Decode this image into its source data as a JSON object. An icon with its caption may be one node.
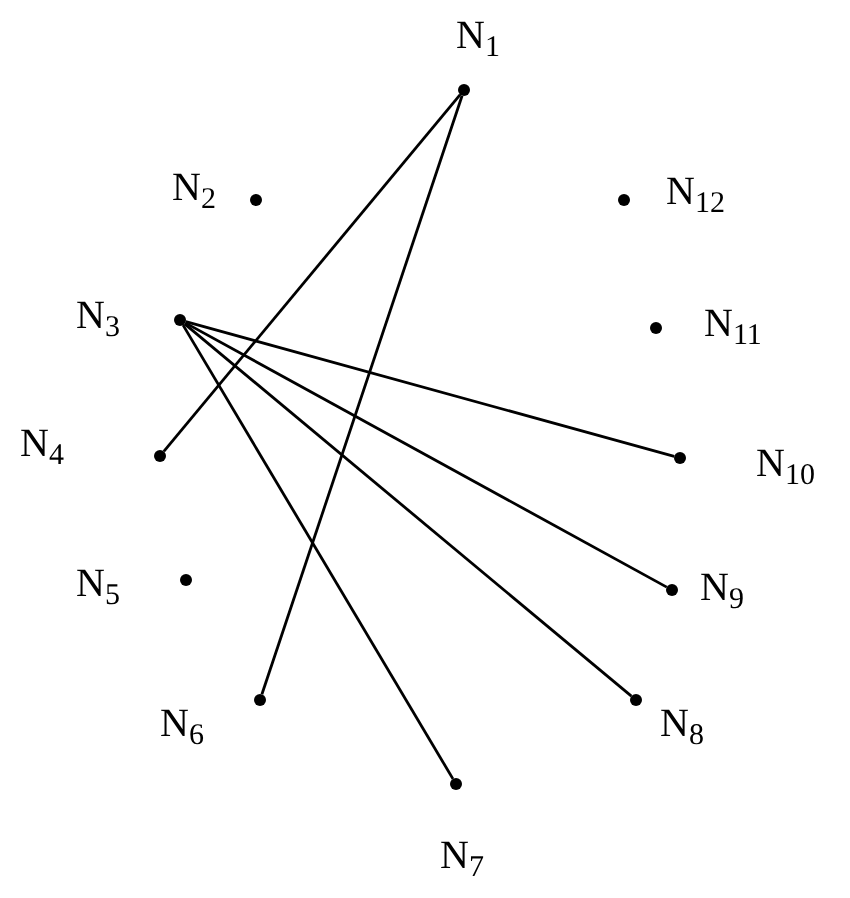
{
  "diagram": {
    "nodes": [
      {
        "text": [],
        "shape": "circle",
        "beside": [
          "N$_{1}$"
        ]
      },
      {
        "text": [],
        "shape": "circle",
        "beside": [
          "N$_{2}$"
        ]
      },
      {
        "text": [],
        "shape": "circle",
        "beside": [
          "N$_{3}$"
        ]
      },
      {
        "text": [],
        "shape": "circle",
        "beside": [
          "N$_{4}$"
        ]
      },
      {
        "text": [],
        "shape": "circle",
        "beside": [
          "N$_{5}$"
        ]
      },
      {
        "text": [],
        "shape": "circle",
        "beside": [
          "N$_{6}$"
        ]
      },
      {
        "text": [],
        "shape": "circle",
        "beside": [
          "N$_{7}$"
        ]
      },
      {
        "text": [],
        "shape": "circle",
        "beside": [
          "N$_{8}$"
        ]
      },
      {
        "text": [],
        "shape": "circle",
        "beside": [
          "N$_{9}$"
        ]
      },
      {
        "text": [],
        "shape": "circle",
        "beside": [
          "N$_{10}$"
        ]
      },
      {
        "text": [],
        "shape": "circle",
        "beside": [
          "N$_{11}$"
        ]
      },
      {
        "text": [],
        "shape": "circle",
        "beside": [
          "N$_{12}$"
        ]
      }
    ],
    "edges": [
      {
        "from": 0,
        "to": 3,
        "arrow": "none"
      },
      {
        "from": 0,
        "to": 5,
        "arrow": "none"
      },
      {
        "from": 2,
        "to": 9,
        "arrow": "none"
      },
      {
        "from": 2,
        "to": 8,
        "arrow": "none"
      },
      {
        "from": 2,
        "to": 7,
        "arrow": "none"
      },
      {
        "from": 2,
        "to": 6,
        "arrow": "none"
      }
    ]
  }
}
